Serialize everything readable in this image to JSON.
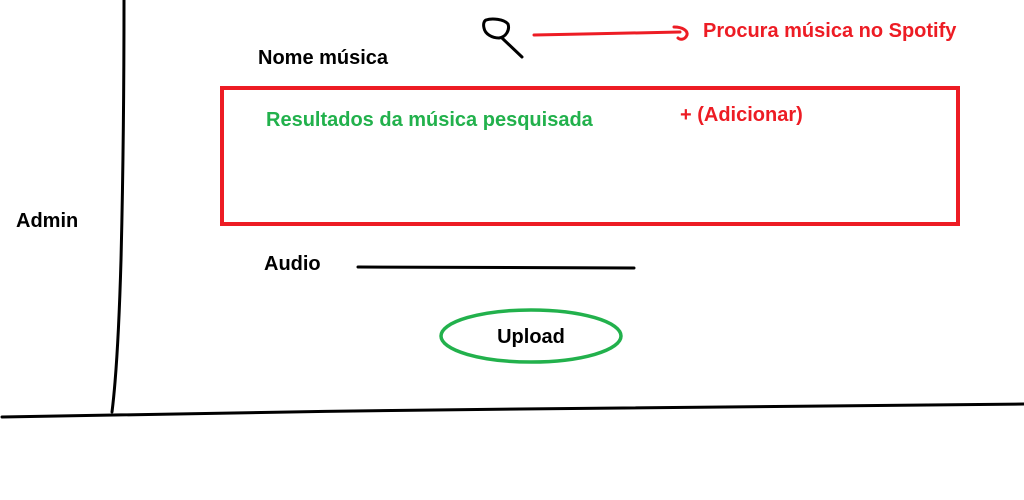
{
  "sidebar": {
    "admin_label": "Admin"
  },
  "search": {
    "label": "Nome música",
    "icon": "search-icon",
    "annotation": "Procura música no Spotify"
  },
  "results": {
    "label": "Resultados da música pesquisada",
    "add_label": "+ (Adicionar)"
  },
  "audio": {
    "label": "Audio"
  },
  "upload": {
    "label": "Upload"
  },
  "colors": {
    "annotation_red": "#ed1c24",
    "results_green": "#22b14c",
    "ink": "#000000"
  }
}
